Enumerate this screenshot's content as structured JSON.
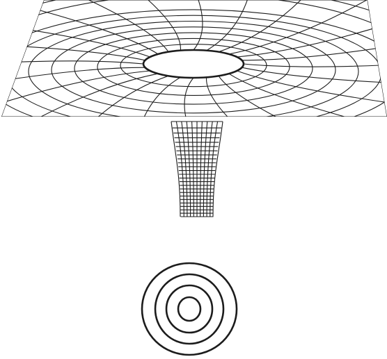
{
  "figure": {
    "ink_color": "#1c1c1c",
    "background_color": "#ffffff",
    "parts": [
      "curved-funnel-surface",
      "tube-throat",
      "concentric-rings"
    ],
    "funnel": {
      "ring_count": 8,
      "radial_line_count": 24
    },
    "tube": {
      "vertical_line_count": 10,
      "horizontal_ring_count": 24
    },
    "concentric_rings": {
      "count": 4
    }
  }
}
